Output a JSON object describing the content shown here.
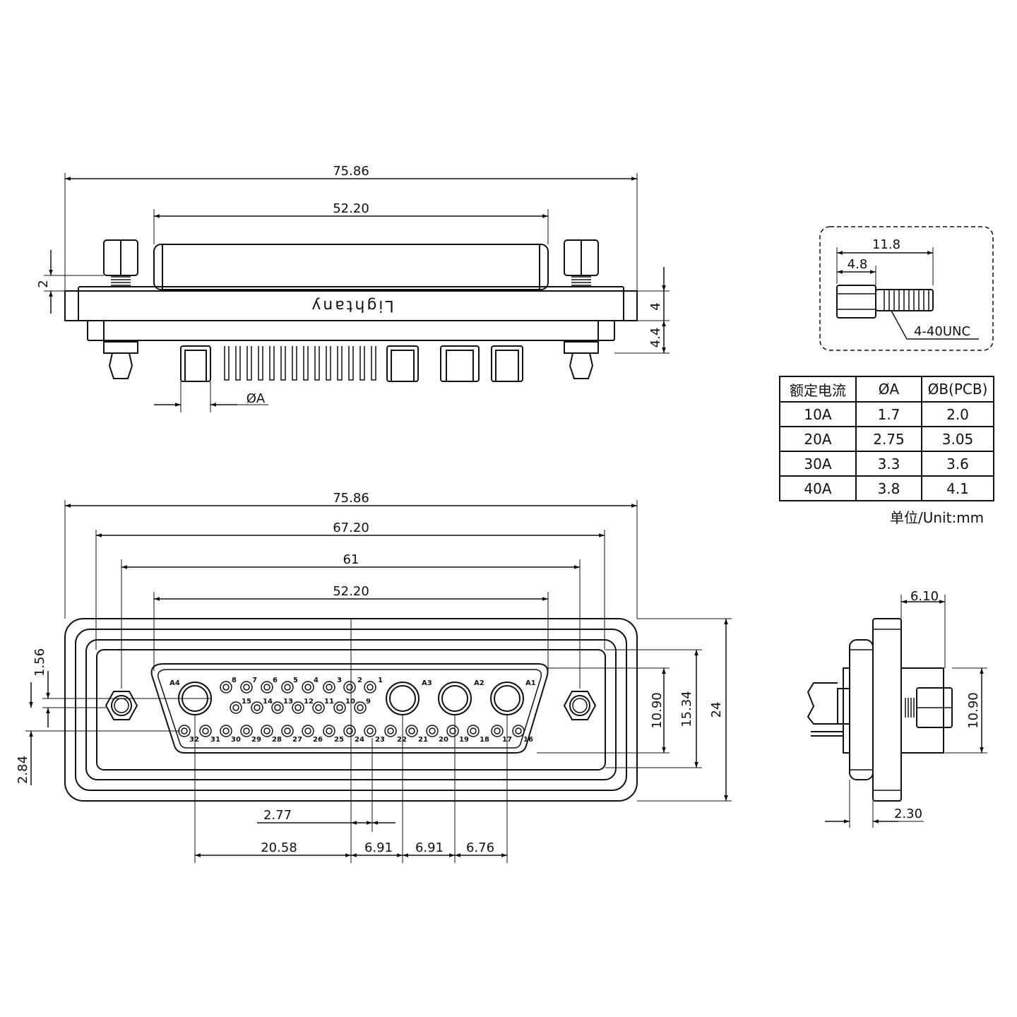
{
  "top_view": {
    "dims": {
      "overall_width": "75.86",
      "shell_width": "52.20",
      "post_height": "2",
      "flange_thickness": "4",
      "insulator_depth": "4.4",
      "pin_diameter": "ØA"
    },
    "brand_mark": "Lightany"
  },
  "screw_detail": {
    "dims": {
      "length": "11.8",
      "head": "4.8"
    },
    "thread": "4-40UNC"
  },
  "spec_table": {
    "headers": [
      "额定电流",
      "ØA",
      "ØB(PCB)"
    ],
    "rows": [
      [
        "10A",
        "1.7",
        "2.0"
      ],
      [
        "20A",
        "2.75",
        "3.05"
      ],
      [
        "30A",
        "3.3",
        "3.6"
      ],
      [
        "40A",
        "3.8",
        "4.1"
      ]
    ],
    "unit_note": "单位/Unit:mm"
  },
  "front_view": {
    "dims": {
      "overall_width": "75.86",
      "flange_inner": "67.20",
      "mount_hole_pitch": "61",
      "shell_width": "52.20",
      "row_offset_upper": "1.56",
      "row_offset_lower": "2.84",
      "shell_height_inner": "10.90",
      "shell_height_outer": "15.34",
      "overall_height": "24",
      "pitch_a": "2.77",
      "pitch_b": "20.58",
      "pitch_c": "6.91",
      "pitch_d": "6.91",
      "pitch_e": "6.76"
    },
    "power_contacts": [
      "A4",
      "A3",
      "A2",
      "A1"
    ],
    "signal_row1": [
      "8",
      "7",
      "6",
      "5",
      "4",
      "3",
      "2",
      "1"
    ],
    "signal_row2": [
      "15",
      "14",
      "13",
      "12",
      "11",
      "10",
      "9"
    ],
    "signal_row3": [
      "32",
      "31",
      "30",
      "29",
      "28",
      "27",
      "26",
      "25",
      "24",
      "23",
      "22",
      "21",
      "20",
      "19",
      "18",
      "17",
      "16"
    ]
  },
  "side_view": {
    "dims": {
      "depth": "6.10",
      "flange_offset": "2.30",
      "height": "10.90"
    }
  }
}
